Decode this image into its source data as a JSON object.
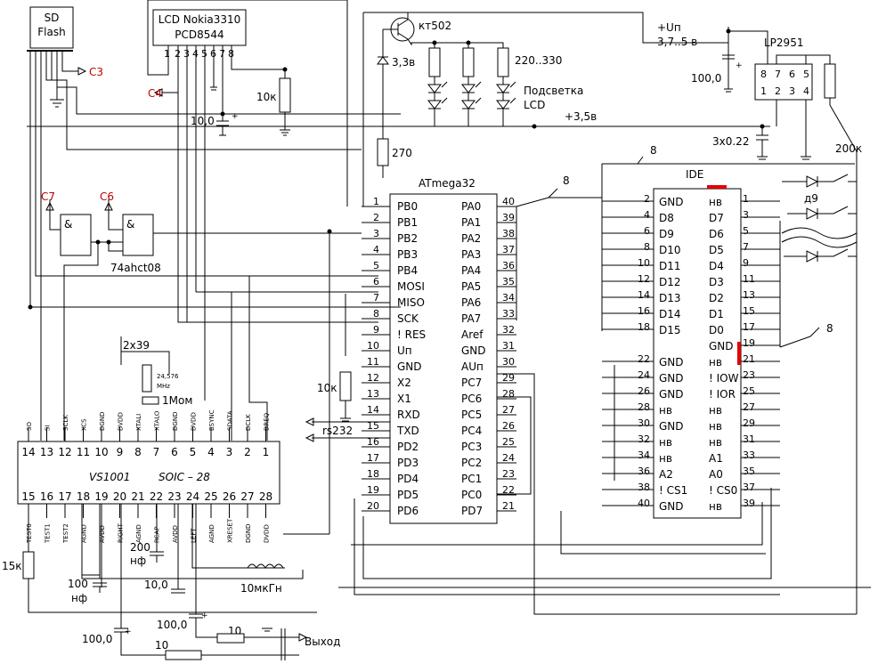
{
  "sd": {
    "line1": "SD",
    "line2": "Flash"
  },
  "lcd": {
    "line1": "LCD Nokia3310",
    "line2": "PCD8544",
    "pins": [
      "1",
      "2",
      "3",
      "4",
      "5",
      "6",
      "7",
      "8"
    ]
  },
  "labels": {
    "c3": "C3",
    "c4": "C4",
    "c6": "C6",
    "c7": "C7",
    "r10k_lcd": "10к",
    "cap_lcd": "10,0",
    "transistor": "кт502",
    "zener": "3,3в",
    "r270": "270",
    "r220": "220..330",
    "backlight1": "Подсветка",
    "backlight2": "LCD",
    "plus35": "+3,5в",
    "vin1": "+Uп",
    "vin2": "3,7..5 в",
    "cap100_reg": "100,0",
    "reg": "LP2951",
    "reg_top": [
      "8",
      "7",
      "6",
      "5"
    ],
    "reg_bot": [
      "1",
      "2",
      "3",
      "4"
    ],
    "cap3x": "3х0.22",
    "r200k": "200к",
    "atmega": "ATmega32",
    "ide": "IDE",
    "bus8": "8",
    "diode": "д9",
    "gate": "74ahct08",
    "amp": "&",
    "r10k_a": "10к",
    "rs232": "rs232",
    "quartz": "2х39",
    "xtal1": "24,576",
    "xtal2": "MHz",
    "r1m": "1Мом",
    "vs_name": "VS1001",
    "vs_pkg": "SOIC – 28",
    "r15k": "15к",
    "c100nf1": "100",
    "c100nf2": "нф",
    "c200nf1": "200",
    "c200nf2": "нф",
    "c10": "10,0",
    "l10": "10мкГн",
    "out_c1": "100,0",
    "out_c2": "100,0",
    "out_r1": "10",
    "out_r2": "10",
    "out": "Выход",
    "plus": "+",
    "minus": "–"
  },
  "atmega_left": [
    {
      "n": "1",
      "s": "PB0"
    },
    {
      "n": "2",
      "s": "PB1"
    },
    {
      "n": "3",
      "s": "PB2"
    },
    {
      "n": "4",
      "s": "PB3"
    },
    {
      "n": "5",
      "s": "PB4"
    },
    {
      "n": "6",
      "s": "MOSI"
    },
    {
      "n": "7",
      "s": "MISO"
    },
    {
      "n": "8",
      "s": "SCK"
    },
    {
      "n": "9",
      "s": "! RES"
    },
    {
      "n": "10",
      "s": "Uп"
    },
    {
      "n": "11",
      "s": "GND"
    },
    {
      "n": "12",
      "s": "X2"
    },
    {
      "n": "13",
      "s": "X1"
    },
    {
      "n": "14",
      "s": "RXD"
    },
    {
      "n": "15",
      "s": "TXD"
    },
    {
      "n": "16",
      "s": "PD2"
    },
    {
      "n": "17",
      "s": "PD3"
    },
    {
      "n": "18",
      "s": "PD4"
    },
    {
      "n": "19",
      "s": "PD5"
    },
    {
      "n": "20",
      "s": "PD6"
    }
  ],
  "atmega_right": [
    {
      "n": "40",
      "s": "PA0"
    },
    {
      "n": "39",
      "s": "PA1"
    },
    {
      "n": "38",
      "s": "PA2"
    },
    {
      "n": "37",
      "s": "PA3"
    },
    {
      "n": "36",
      "s": "PA4"
    },
    {
      "n": "35",
      "s": "PA5"
    },
    {
      "n": "34",
      "s": "PA6"
    },
    {
      "n": "33",
      "s": "PA7"
    },
    {
      "n": "32",
      "s": "Aref"
    },
    {
      "n": "31",
      "s": "GND"
    },
    {
      "n": "30",
      "s": "AUп"
    },
    {
      "n": "29",
      "s": "PC7"
    },
    {
      "n": "28",
      "s": "PC6"
    },
    {
      "n": "27",
      "s": "PC5"
    },
    {
      "n": "26",
      "s": "PC4"
    },
    {
      "n": "25",
      "s": "PC3"
    },
    {
      "n": "24",
      "s": "PC2"
    },
    {
      "n": "23",
      "s": "PC1"
    },
    {
      "n": "22",
      "s": "PC0"
    },
    {
      "n": "21",
      "s": "PD7"
    }
  ],
  "ide_left": [
    {
      "n": "2",
      "s": "GND"
    },
    {
      "n": "4",
      "s": "D8"
    },
    {
      "n": "6",
      "s": "D9"
    },
    {
      "n": "8",
      "s": "D10"
    },
    {
      "n": "10",
      "s": "D11"
    },
    {
      "n": "12",
      "s": "D12"
    },
    {
      "n": "14",
      "s": "D13"
    },
    {
      "n": "16",
      "s": "D14"
    },
    {
      "n": "18",
      "s": "D15"
    },
    {
      "n": "",
      "s": ""
    },
    {
      "n": "22",
      "s": "GND"
    },
    {
      "n": "24",
      "s": "GND"
    },
    {
      "n": "26",
      "s": "GND"
    },
    {
      "n": "28",
      "s": "нв"
    },
    {
      "n": "30",
      "s": "GND"
    },
    {
      "n": "32",
      "s": "нв"
    },
    {
      "n": "34",
      "s": "нв"
    },
    {
      "n": "36",
      "s": "A2"
    },
    {
      "n": "38",
      "s": "! CS1"
    },
    {
      "n": "40",
      "s": "GND"
    }
  ],
  "ide_right": [
    {
      "n": "1",
      "s": "нв"
    },
    {
      "n": "3",
      "s": "D7"
    },
    {
      "n": "5",
      "s": "D6"
    },
    {
      "n": "7",
      "s": "D5"
    },
    {
      "n": "9",
      "s": "D4"
    },
    {
      "n": "11",
      "s": "D3"
    },
    {
      "n": "13",
      "s": "D2"
    },
    {
      "n": "15",
      "s": "D1"
    },
    {
      "n": "17",
      "s": "D0"
    },
    {
      "n": "19",
      "s": "GND"
    },
    {
      "n": "21",
      "s": "нв"
    },
    {
      "n": "23",
      "s": "! IOW"
    },
    {
      "n": "25",
      "s": "! IOR"
    },
    {
      "n": "27",
      "s": "нв"
    },
    {
      "n": "29",
      "s": "нв"
    },
    {
      "n": "31",
      "s": "нв"
    },
    {
      "n": "33",
      "s": "A1"
    },
    {
      "n": "35",
      "s": "A0"
    },
    {
      "n": "37",
      "s": "! CS0"
    },
    {
      "n": "39",
      "s": "нв"
    }
  ],
  "vs_top": [
    {
      "n": "14",
      "s": "SO"
    },
    {
      "n": "13",
      "s": "SI"
    },
    {
      "n": "12",
      "s": "SCLK"
    },
    {
      "n": "11",
      "s": "XCS"
    },
    {
      "n": "10",
      "s": "DGND"
    },
    {
      "n": "9",
      "s": "DVDD"
    },
    {
      "n": "8",
      "s": "XTALI"
    },
    {
      "n": "7",
      "s": "XTALO"
    },
    {
      "n": "6",
      "s": "DGND"
    },
    {
      "n": "5",
      "s": "DVDD"
    },
    {
      "n": "4",
      "s": "BSYNC"
    },
    {
      "n": "3",
      "s": "SDATA"
    },
    {
      "n": "2",
      "s": "DCLK"
    },
    {
      "n": "1",
      "s": "DREQ"
    }
  ],
  "vs_bot": [
    {
      "n": "15",
      "s": "TEST0"
    },
    {
      "n": "16",
      "s": "TEST1"
    },
    {
      "n": "17",
      "s": "TEST2"
    },
    {
      "n": "18",
      "s": "AGND"
    },
    {
      "n": "19",
      "s": "AVDD"
    },
    {
      "n": "20",
      "s": "RIGHT"
    },
    {
      "n": "21",
      "s": "AGND"
    },
    {
      "n": "22",
      "s": "RCAP"
    },
    {
      "n": "23",
      "s": "AVDD"
    },
    {
      "n": "24",
      "s": "LEFT"
    },
    {
      "n": "25",
      "s": "AGND"
    },
    {
      "n": "26",
      "s": "XRESET"
    },
    {
      "n": "27",
      "s": "DGND"
    },
    {
      "n": "28",
      "s": "DVDD"
    }
  ]
}
